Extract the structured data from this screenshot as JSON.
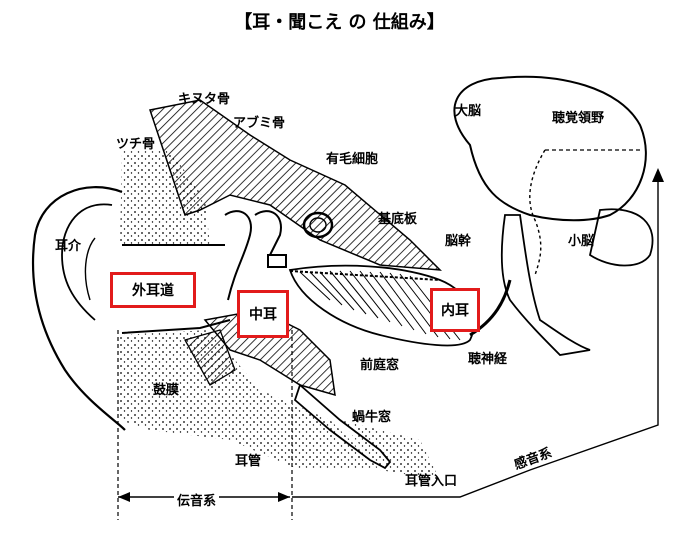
{
  "title": "【耳・聞こえ の 仕組み】",
  "labels": {
    "kinuta": "キヌタ骨",
    "abumi": "アブミ骨",
    "tsuchi": "ツチ骨",
    "yuumou": "有毛細胞",
    "kitei": "基底板",
    "jikai": "耳介",
    "gaijido": "外耳道",
    "chuji": "中耳",
    "naiji": "内耳",
    "komaku": "鼓膜",
    "zenteiso": "前庭窓",
    "kagyuso": "蝸牛窓",
    "jikan": "耳管",
    "jikan_iriguchi": "耳管入口",
    "dennon": "伝音系",
    "kanon": "感音系",
    "dainou": "大脳",
    "choukaku": "聴覚領野",
    "noukan": "脳幹",
    "shounou": "小脳",
    "choushinkei": "聴神経"
  },
  "colors": {
    "highlight": "#e21b1b",
    "ink": "#000000"
  }
}
